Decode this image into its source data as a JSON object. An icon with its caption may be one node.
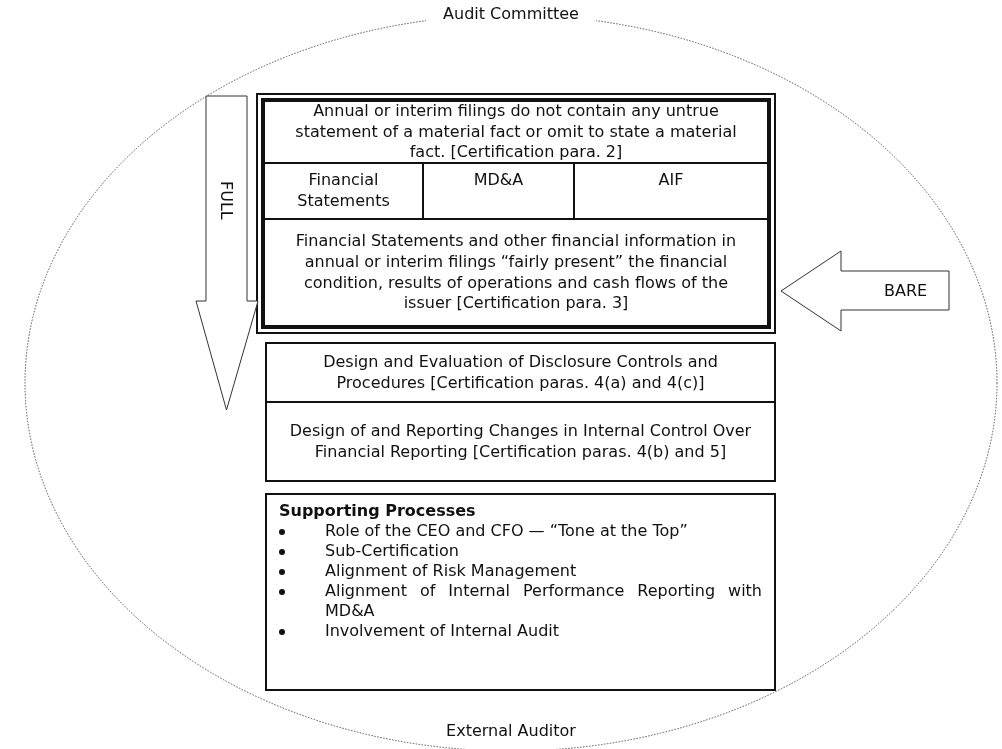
{
  "diagram": {
    "nodes": [
      {
        "text": [
          "Audit Committee",
          "External Auditor"
        ]
      },
      {
        "text": [],
        "shape": "box",
        "in": 0
      },
      {
        "text": [
          "Annual or interim filings do not contain any untrue statement of a material fact or omit to state a material fact. [Certification para. 2]"
        ],
        "in": 1
      },
      {
        "text": [
          "Financial Statements"
        ],
        "in": 1
      },
      {
        "text": [
          "MD&A"
        ],
        "in": 1
      },
      {
        "text": [
          "AIF"
        ],
        "in": 1
      },
      {
        "text": [
          "Financial Statements and other financial information in annual or interim filings “fairly present” the financial condition, results of operations and cash flows of the issuer [Certification para. 3]"
        ],
        "in": 1
      },
      {
        "text": [
          "Design and Evaluation of Disclosure Controls and Procedures [Certification paras. 4(a) and 4(c)]"
        ],
        "in": 0
      },
      {
        "text": [
          "Design of and Reporting Changes in Internal Control Over Financial Reporting [Certification paras. 4(b) and 5]"
        ],
        "in": 0
      },
      {
        "text": [
          "Supporting Processes",
          "Role of the CEO and CFO — “Tone at the Top”",
          "Sub-Certification",
          "Alignment of Risk Management",
          "Alignment of Internal Performance Reporting with MD&A",
          "Involvement of Internal Audit"
        ],
        "in": 0
      },
      {
        "text": [
          "FULL"
        ],
        "in": 0
      },
      {
        "text": [
          "BARE"
        ],
        "in": 0
      }
    ]
  }
}
